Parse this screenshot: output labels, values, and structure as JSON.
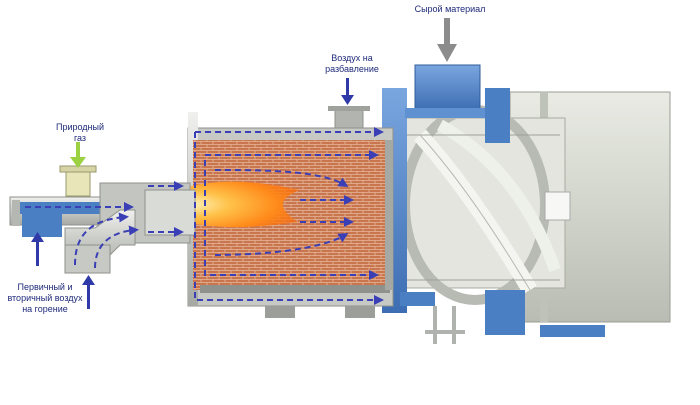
{
  "labels": {
    "raw_material": "Сырой материал",
    "dilution_air": "Воздух на разбавление",
    "natural_gas": "Природный газ",
    "combustion_air": "Первичный и вторичный воздух на горение"
  },
  "colors": {
    "flow_arrows": "#3a3fb5",
    "label_text": "#1f2a7a",
    "gas_arrow": "#9cd141",
    "material_arrow": "#8c8c8c",
    "brick": "#c9764f",
    "steel_blue": "#4a7fc4",
    "flame": "#ff9a1f",
    "drum_gray": "#d8dcd4"
  },
  "icons": [
    "down-arrow-icon",
    "up-arrow-icon",
    "dashed-flow-arrow-icon"
  ]
}
